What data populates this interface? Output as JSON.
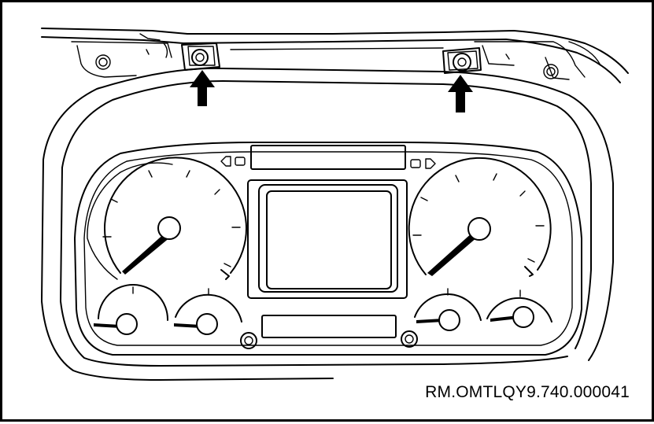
{
  "figure": {
    "reference_code": "RM.OMTLQY9.740.000041",
    "line_color": "#000000",
    "background_color": "#ffffff"
  },
  "components": {
    "arrow_count": 2,
    "large_gauges": 2,
    "small_gauges": 4,
    "indicator_icons": [
      "turn-left-arrow-icon",
      "turn-right-arrow-icon"
    ]
  }
}
